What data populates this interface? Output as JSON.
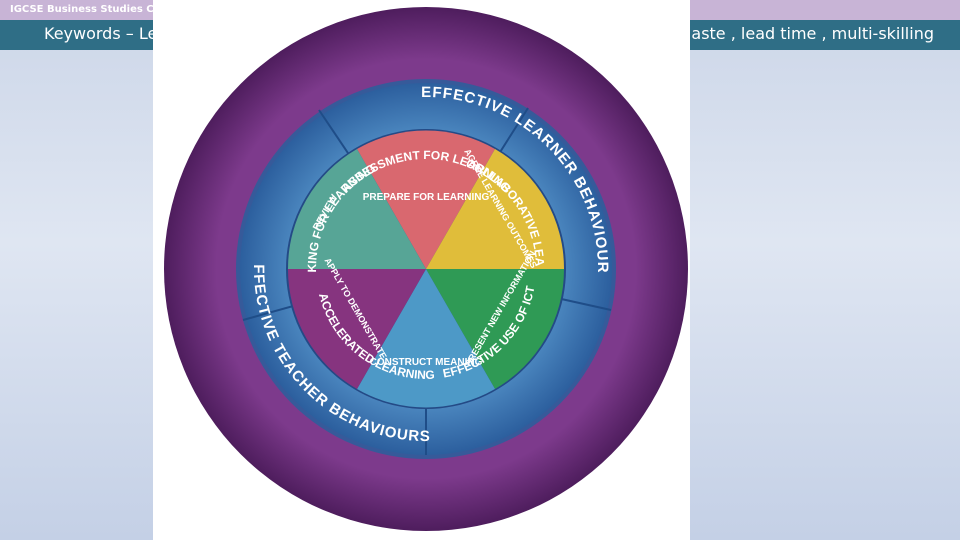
{
  "header": {
    "course_title": "IGCSE Business Studies C",
    "keywords_left": "Keywords – Le",
    "keywords_right": "aste , lead time , multi-skilling"
  },
  "wheel": {
    "outer_ring": {
      "top_label": "EFFECTIVE LEARNER BEHAVIOURS",
      "bottom_label": "EFFECTIVE TEACHER BEHAVIOURS",
      "color": "#6a2d77"
    },
    "middle_ring": {
      "labels": [
        "ASSESSMENT FOR LEARNING",
        "COLLABORATIVE LEARNING",
        "EFFECTIVE USE OF ICT",
        "ACCELERATED LEARNING",
        "THINKING FOR LEARNING"
      ],
      "color": "#3f7fba"
    },
    "inner_segments": [
      {
        "label": "PREPARE FOR LEARNING",
        "color": "#d9686f"
      },
      {
        "label": "AGREE LEARNING OUTCOMES",
        "color": "#e0bd3a"
      },
      {
        "label": "PRESENT NEW INFORMATION",
        "color": "#2f9a55"
      },
      {
        "label": "CONSTRUCT MEANING",
        "color": "#4d99c7"
      },
      {
        "label": "APPLY TO DEMONSTRATE",
        "color": "#86347f"
      },
      {
        "label": "REVIEW",
        "color": "#57a596"
      }
    ]
  }
}
